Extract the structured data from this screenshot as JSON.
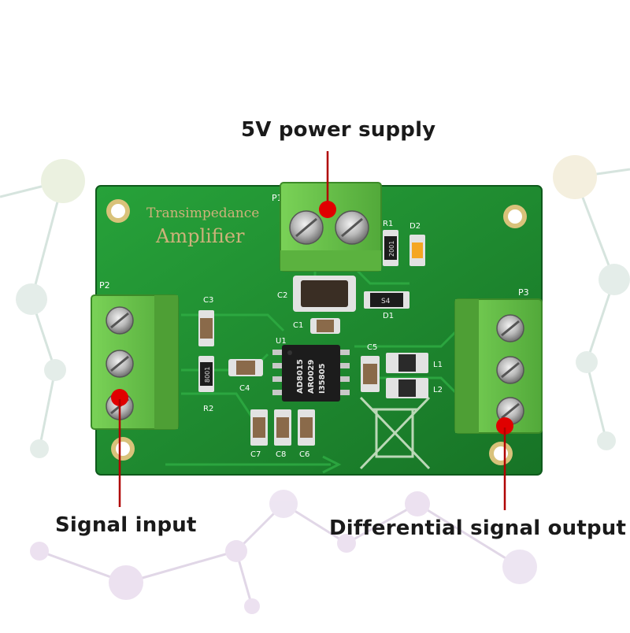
{
  "callouts": {
    "power": "5V power supply",
    "input": "Signal input",
    "output": "Differential signal output"
  },
  "board": {
    "title_line1": "Transimpedance",
    "title_line2": "Amplifier",
    "connector_power": "P1",
    "connector_input": "P2",
    "connector_output": "P3",
    "chip_line1": "AD8015",
    "chip_line2": "AR0029",
    "chip_line3": "I35805",
    "chip_ref": "U1",
    "refs": {
      "c1": "C1",
      "c2": "C2",
      "c3": "C3",
      "c4": "C4",
      "c5": "C5",
      "c6": "C6",
      "c7": "C7",
      "c8": "C8",
      "r1": "R1",
      "r2": "R2",
      "d1": "D1",
      "d2": "D2",
      "l1": "L1",
      "l2": "L2"
    },
    "resistor_code_r1": "2001",
    "resistor_code_r2": "8001",
    "diode_code": "S4"
  },
  "colors": {
    "pcb": "#1f8a2e",
    "terminal": "#6cc24a",
    "marker": "#e00000",
    "leader": "#b00000",
    "label": "#1a1a1a"
  }
}
